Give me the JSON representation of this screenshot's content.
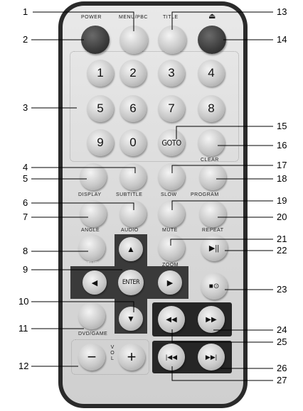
{
  "labels": {
    "power": "POWER",
    "menu_pbc": "MENU/PBC",
    "title": "TITLE",
    "goto": "GOTO",
    "clear": "CLEAR",
    "display": "DISPLAY",
    "subtitle": "SUBTITLE",
    "slow": "SLOW",
    "program": "PROGRAM",
    "angle": "ANGLE",
    "audio": "AUDIO",
    "mute": "MUTE",
    "repeat": "REPEAT",
    "setup": "SETUP",
    "zoom": "ZOOM",
    "enter": "ENTER",
    "dvd_game": "DVD/GAME",
    "vol_v": "V",
    "vol_o": "O",
    "vol_l": "L"
  },
  "glyphs": {
    "eject": "⏏",
    "minus": "−",
    "plus": "+",
    "up": "▲",
    "down": "▼",
    "left": "◀",
    "right": "▶",
    "play_pause": "▶||",
    "stop_open": "■⊙",
    "rewind": "◀◀",
    "fast_forward": "▶▶",
    "prev": "|◀◀",
    "next": "▶▶|"
  },
  "digits": [
    "1",
    "2",
    "3",
    "4",
    "5",
    "6",
    "7",
    "8",
    "9",
    "0"
  ],
  "callouts": [
    "1",
    "2",
    "3",
    "4",
    "5",
    "6",
    "7",
    "8",
    "9",
    "10",
    "11",
    "12",
    "13",
    "14",
    "15",
    "16",
    "17",
    "18",
    "19",
    "20",
    "21",
    "22",
    "23",
    "24",
    "25",
    "26",
    "27"
  ],
  "colors": {
    "body": "#2a2a2a",
    "face": "#dcdcdc",
    "dark_button": "#333333",
    "panel": "#262626"
  }
}
